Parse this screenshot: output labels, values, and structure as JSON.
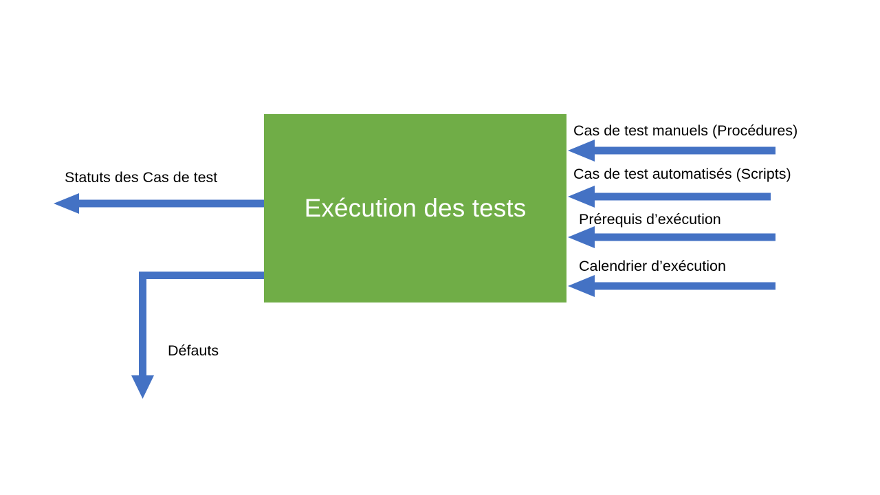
{
  "diagram": {
    "title": "Exécution des tests",
    "background_color": "#FFFFFF",
    "process": {
      "label": "Exécution des tests",
      "fill_color": "#70AD47",
      "text_color": "#FFFFFF"
    },
    "arrow_color": "#4472C4",
    "inputs": [
      {
        "label": "Cas de test manuels (Procédures)",
        "direction": "right-to-left"
      },
      {
        "label": "Cas de test automatisés (Scripts)",
        "direction": "right-to-left"
      },
      {
        "label": "Prérequis d’exécution",
        "direction": "right-to-left"
      },
      {
        "label": "Calendrier d’exécution",
        "direction": "right-to-left"
      }
    ],
    "outputs": [
      {
        "label": "Statuts des Cas de test",
        "direction": "left"
      },
      {
        "label": "Défauts",
        "direction": "left-then-down"
      }
    ]
  }
}
